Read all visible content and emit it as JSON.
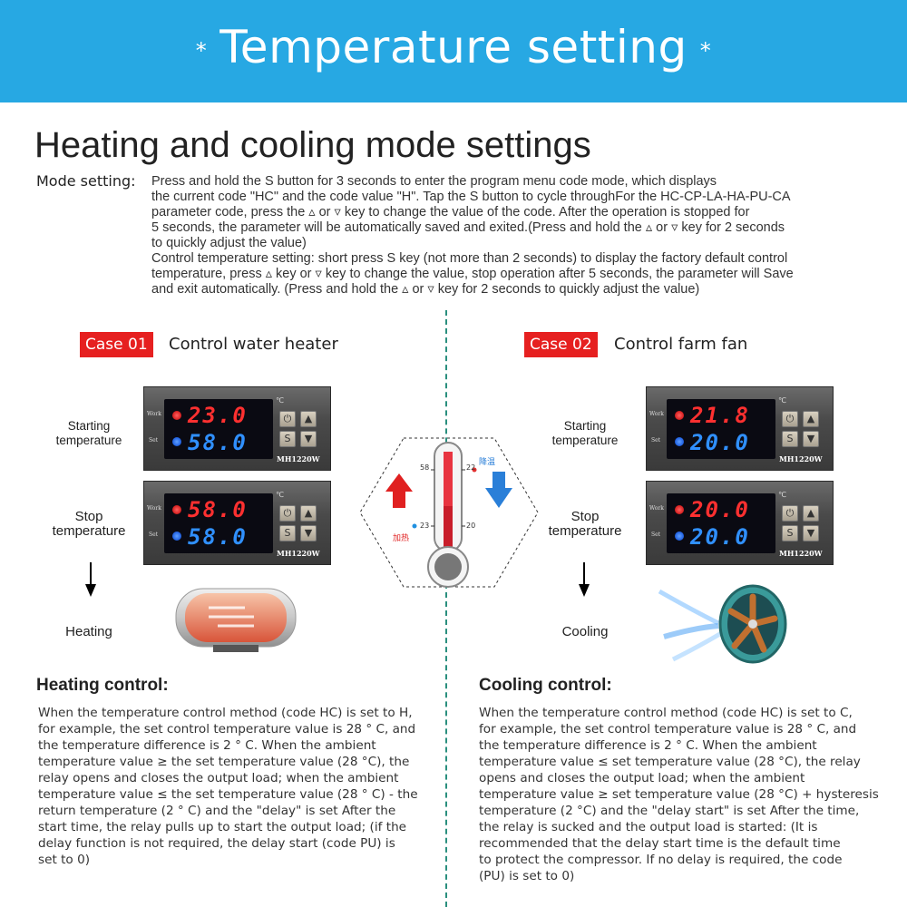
{
  "banner": {
    "title": "Temperature setting",
    "star": "*"
  },
  "heading": "Heating and cooling mode settings",
  "mode": {
    "label": "Mode setting:",
    "lines": [
      "Press and hold the S button for 3 seconds to enter the program menu code mode, which displays",
      "the current code \"HC\" and the code value \"H\". Tap the S button to cycle throughFor the HC-CP-LA-HA-PU-CA",
      "parameter code, press the ▵ or ▿ key to change the value of the code. After the operation is stopped for",
      "5 seconds, the parameter will be automatically saved and exited.(Press and hold the ▵ or ▿ key for 2 seconds",
      "to quickly adjust the value)",
      "Control temperature setting: short press S key (not more than 2 seconds) to display the factory default control",
      "temperature, press ▵ key or ▿ key to change the value, stop operation after 5 seconds, the parameter will Save",
      "and exit automatically. (Press and hold the ▵ or ▿ key for 2 seconds to quickly adjust the value)"
    ]
  },
  "case1": {
    "badge": "Case 01",
    "title": "Control water heater",
    "start_label": [
      "Starting",
      "temperature"
    ],
    "stop_label": [
      "Stop",
      "temperature"
    ],
    "result": "Heating",
    "ctrl_start": {
      "work": "Work",
      "set": "Set",
      "top": "23.0",
      "bottom": "58.0",
      "unit": "℃",
      "model": "MH1220W"
    },
    "ctrl_stop": {
      "work": "Work",
      "set": "Set",
      "top": "58.0",
      "bottom": "58.0",
      "unit": "℃",
      "model": "MH1220W"
    }
  },
  "case2": {
    "badge": "Case 02",
    "title": "Control farm fan",
    "start_label": [
      "Starting",
      "temperature"
    ],
    "stop_label": [
      "Stop",
      "temperature"
    ],
    "result": "Cooling",
    "ctrl_start": {
      "work": "Work",
      "set": "Set",
      "top": "21.8",
      "bottom": "20.0",
      "unit": "℃",
      "model": "MH1220W"
    },
    "ctrl_stop": {
      "work": "Work",
      "set": "Set",
      "top": "20.0",
      "bottom": "20.0",
      "unit": "℃",
      "model": "MH1220W"
    }
  },
  "thermometer": {
    "left_top": "58",
    "left_bottom": "23",
    "right_top": "22",
    "right_bottom": "20",
    "heat_label": "加热",
    "cool_label": "降温"
  },
  "heating": {
    "title": "Heating control:",
    "lines": [
      "When the temperature control method (code HC) is set to H,",
      "for example, the set control temperature value is 28 ° C, and",
      "the temperature difference is 2 ° C. When the ambient",
      "temperature value ≥ the set temperature value (28 °C), the",
      "relay opens and closes the output load; when the ambient",
      "temperature value ≤ the set temperature value (28 ° C) - the",
      "return temperature (2 ° C) and the \"delay\" is set After the",
      "start time, the relay pulls up to start the output load; (if the",
      "delay function is not required, the delay start (code PU) is",
      "set to 0)"
    ]
  },
  "cooling": {
    "title": "Cooling control:",
    "lines": [
      "When the temperature control method (code HC) is set to C,",
      "for example, the set control temperature value is 28 ° C, and",
      "the temperature difference is 2 ° C. When the ambient",
      "temperature value ≤ set temperature value (28 °C), the relay",
      "opens and closes the output load; when the ambient",
      "temperature value ≥ set temperature value (28 °C) + hysteresis",
      "temperature (2 °C) and the \"delay start\" is set After the time,",
      "the relay is sucked and the output load is started: (It is",
      "recommended that the delay start time is the default time",
      "to protect the compressor. If no delay is required, the code",
      "(PU) is set to 0)"
    ]
  }
}
